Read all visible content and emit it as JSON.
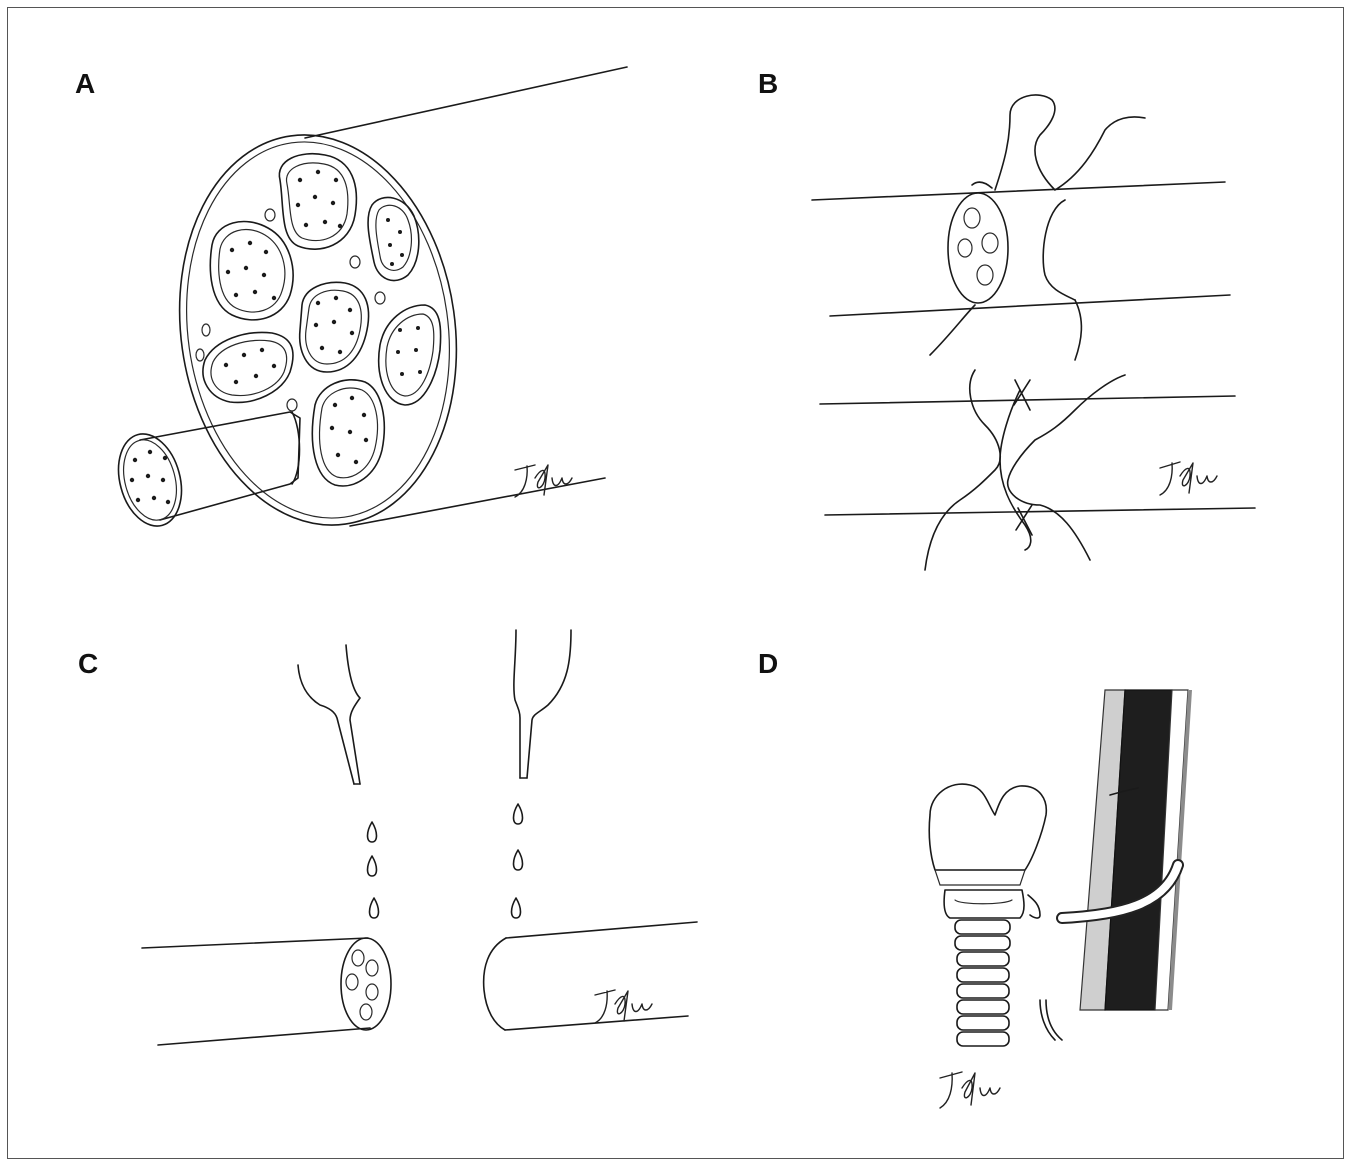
{
  "panels": [
    {
      "id": "A",
      "label": "A"
    },
    {
      "id": "B",
      "label": "B"
    },
    {
      "id": "C",
      "label": "C"
    },
    {
      "id": "D",
      "label": "D"
    }
  ],
  "signature": "JSRu"
}
